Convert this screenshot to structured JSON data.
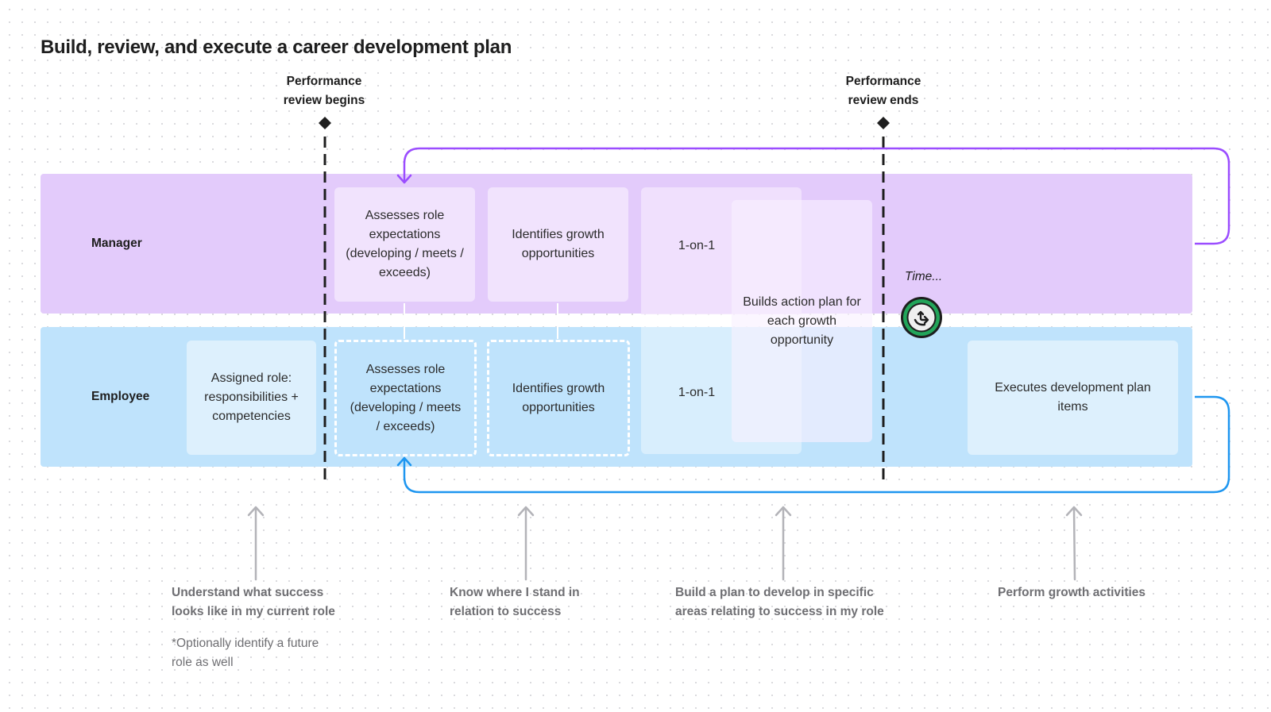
{
  "title": "Build, review, and execute a career development plan",
  "milestones": [
    {
      "label": "Performance review begins",
      "line1": "Performance",
      "line2": "review begins"
    },
    {
      "label": "Performance review ends",
      "line1": "Performance",
      "line2": "review ends"
    }
  ],
  "lanes": {
    "manager": {
      "label": "Manager",
      "color": "#e3cbfb"
    },
    "employee": {
      "label": "Employee",
      "color": "#bfe3fc"
    }
  },
  "manager_cards": [
    {
      "text": "Assesses role expectations (developing / meets / exceeds)"
    },
    {
      "text": "Identifies growth opportunities"
    },
    {
      "text": "1-on-1"
    }
  ],
  "employee_cards": [
    {
      "text": "Assigned role: responsibilities + competencies"
    },
    {
      "text": "Assesses role expectations (developing / meets / exceeds)"
    },
    {
      "text": "Identifies growth opportunities"
    },
    {
      "text": "1-on-1"
    },
    {
      "text": "Executes development plan items"
    }
  ],
  "shared_card": {
    "text": "Builds action plan for each growth opportunity"
  },
  "timer": {
    "label": "Time...",
    "icon": "timer-icon",
    "color": "#22a55a"
  },
  "loops": {
    "manager_color": "#9b4dff",
    "employee_color": "#1e96f0"
  },
  "outcomes": [
    {
      "line1": "Understand what success",
      "line2": "looks like in my current role"
    },
    {
      "line1": "Know where I stand in",
      "line2": "relation to success"
    },
    {
      "line1": "Build a plan to develop in specific",
      "line2": "areas relating to success in my role"
    },
    {
      "line1": "Perform growth activities",
      "line2": ""
    }
  ],
  "footnote": {
    "line1": "*Optionally identify a future",
    "line2": "role as well"
  }
}
